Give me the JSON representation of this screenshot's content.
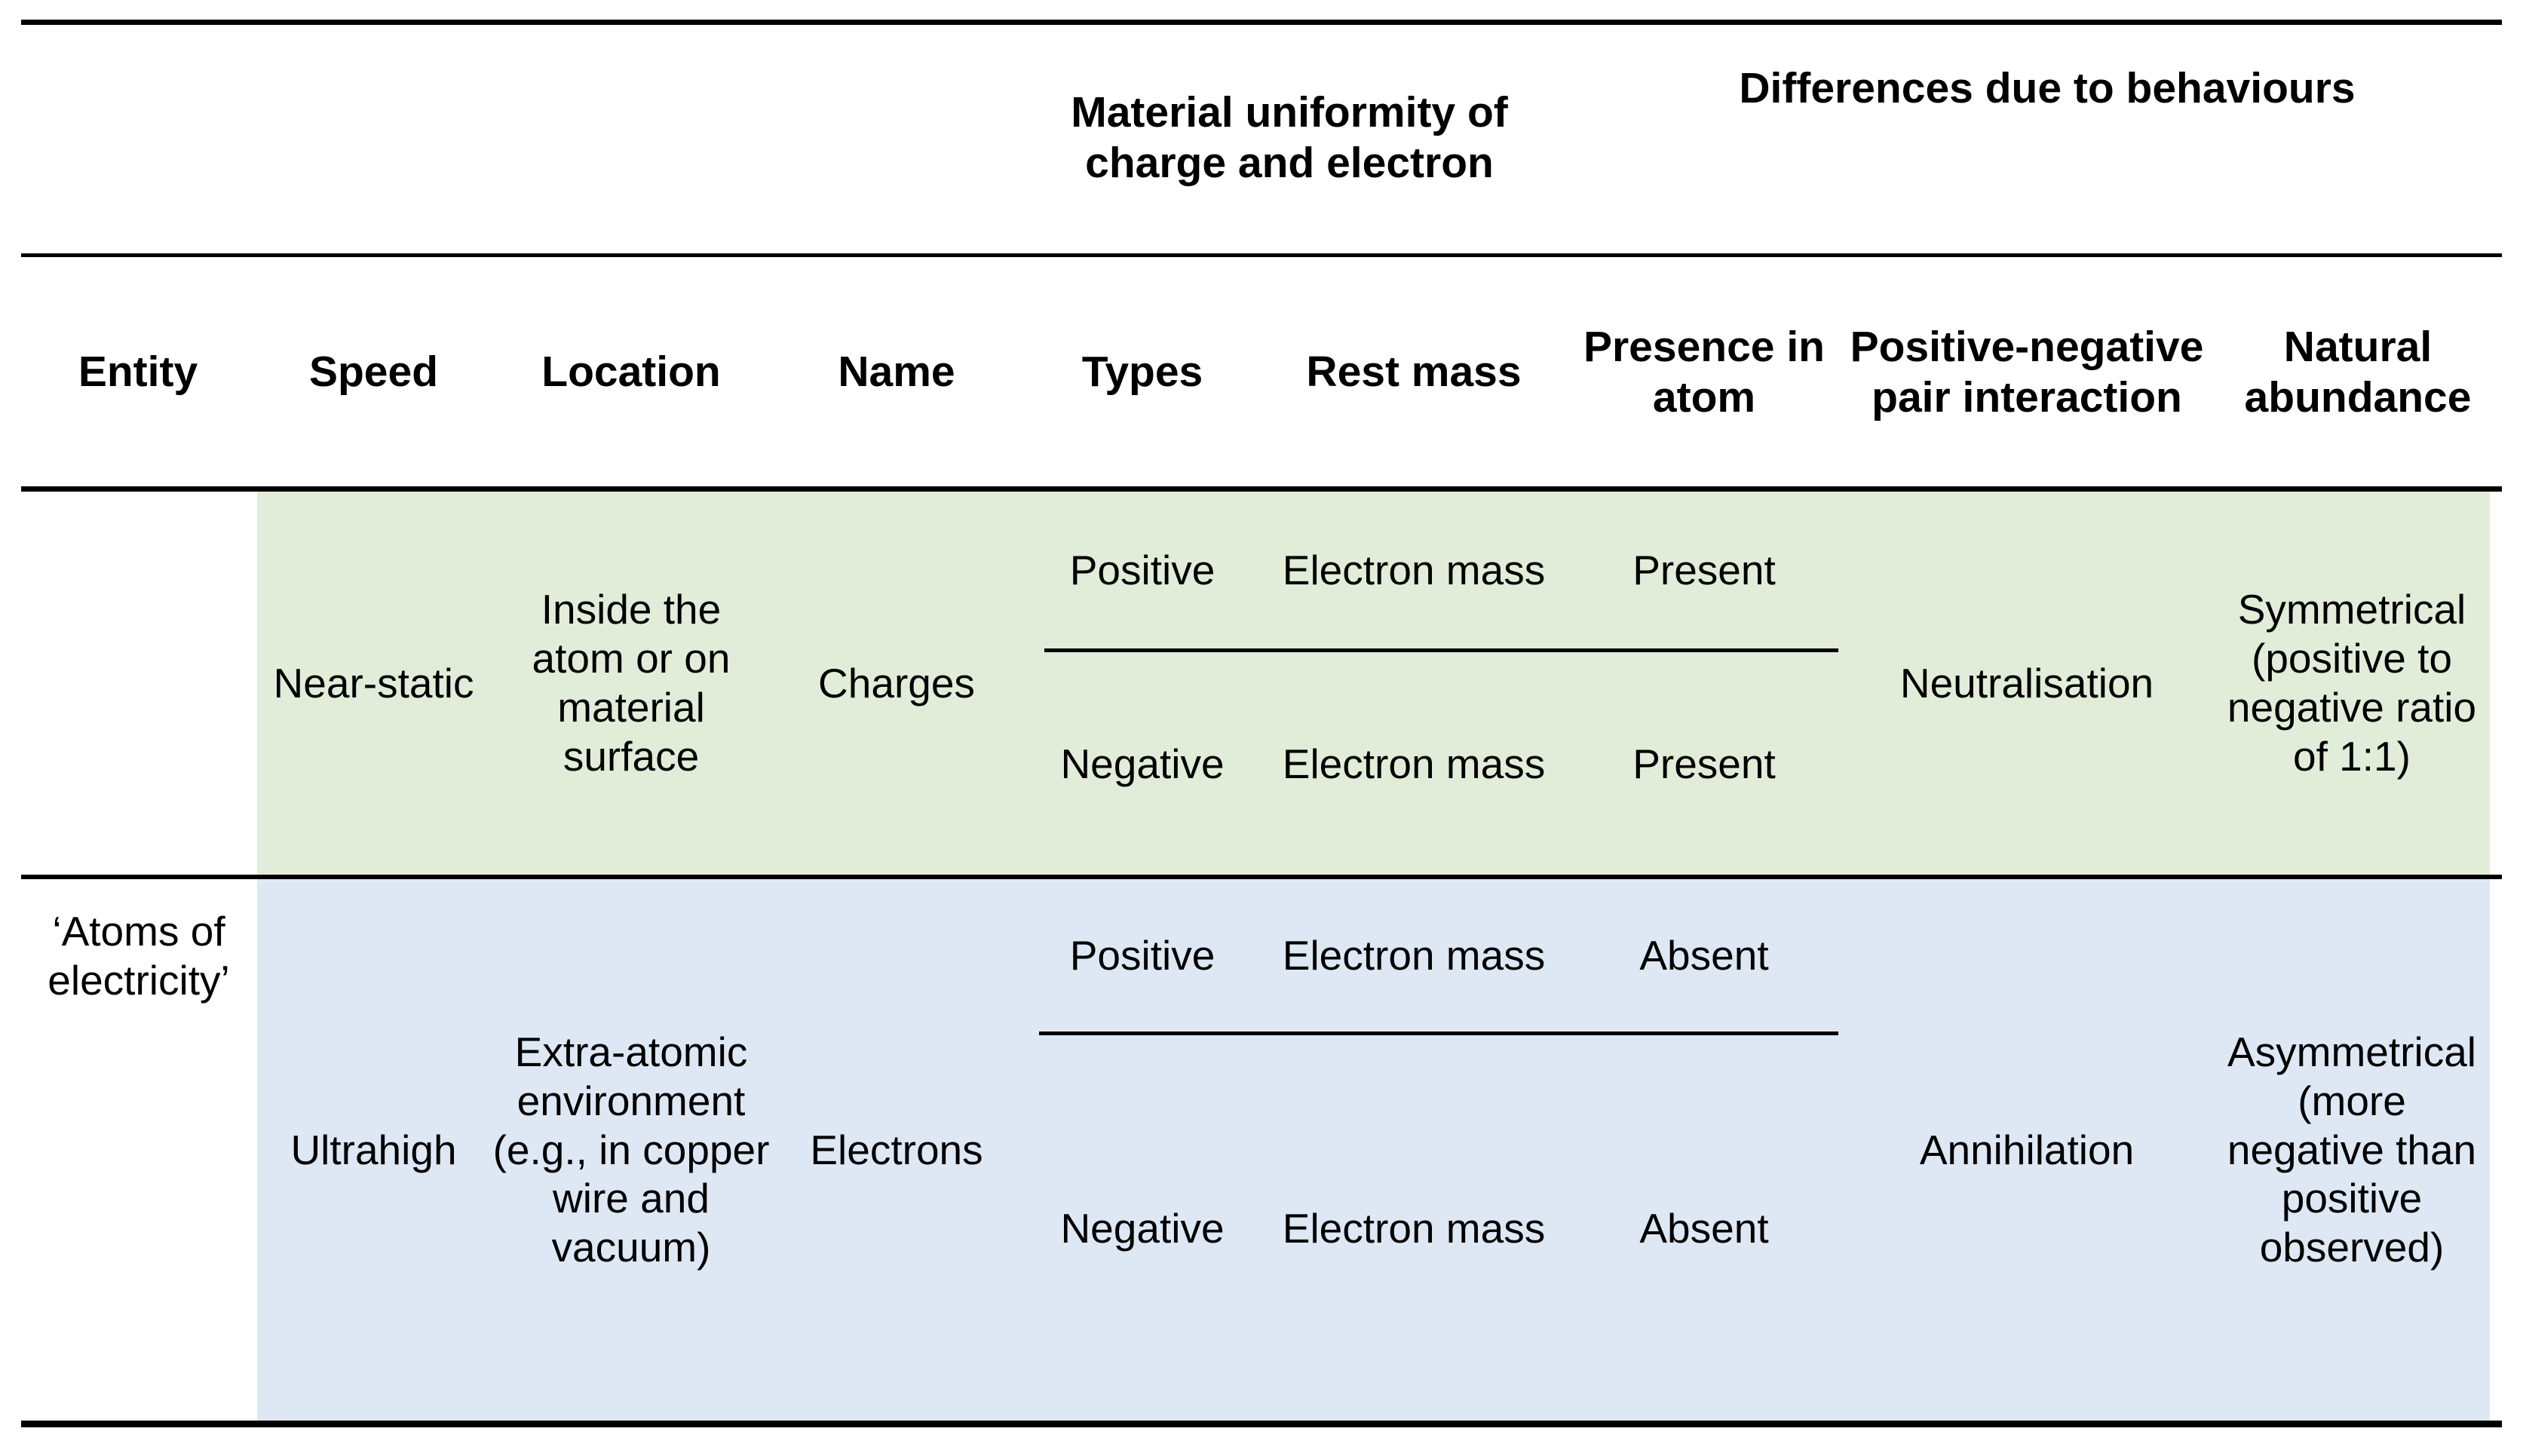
{
  "table": {
    "caption_groups": [
      {
        "label": "Material uniformity of charge and electron"
      },
      {
        "label": "Differences due to behaviours"
      }
    ],
    "columns": [
      {
        "key": "entity",
        "label": "Entity"
      },
      {
        "key": "speed",
        "label": "Speed"
      },
      {
        "key": "location",
        "label": "Location"
      },
      {
        "key": "name",
        "label": "Name"
      },
      {
        "key": "types",
        "label": "Types"
      },
      {
        "key": "restmass",
        "label": "Rest mass"
      },
      {
        "key": "presence",
        "label": "Presence in atom"
      },
      {
        "key": "pair",
        "label": "Positive-negative pair interaction"
      },
      {
        "key": "abundance",
        "label": "Natural abundance"
      }
    ],
    "entity_label": "‘Atoms of electricity’",
    "rows": [
      {
        "band": "green",
        "band_color": "#e2edd9",
        "speed": "Near-static",
        "location": "Inside the atom or on material surface",
        "name": "Charges",
        "pair": "Neutralisation",
        "abundance": "Symmetrical (positive to negative ratio of 1:1)",
        "subrows": [
          {
            "types": "Positive",
            "restmass": "Electron mass",
            "presence": "Present"
          },
          {
            "types": "Negative",
            "restmass": "Electron mass",
            "presence": "Present"
          }
        ]
      },
      {
        "band": "blue",
        "band_color": "#dde8f4",
        "speed": "Ultrahigh",
        "location": "Extra-atomic environment (e.g., in copper wire and vacuum)",
        "name": "Electrons",
        "pair": "Annihilation",
        "abundance": "Asymmetrical (more negative than positive observed)",
        "subrows": [
          {
            "types": "Positive",
            "restmass": "Electron mass",
            "presence": "Absent"
          },
          {
            "types": "Negative",
            "restmass": "Electron mass",
            "presence": "Absent"
          }
        ]
      }
    ]
  },
  "colors": {
    "rule": "#000000",
    "green_band": "#e2edd9",
    "blue_band": "#dde8f4",
    "text": "#000000"
  }
}
